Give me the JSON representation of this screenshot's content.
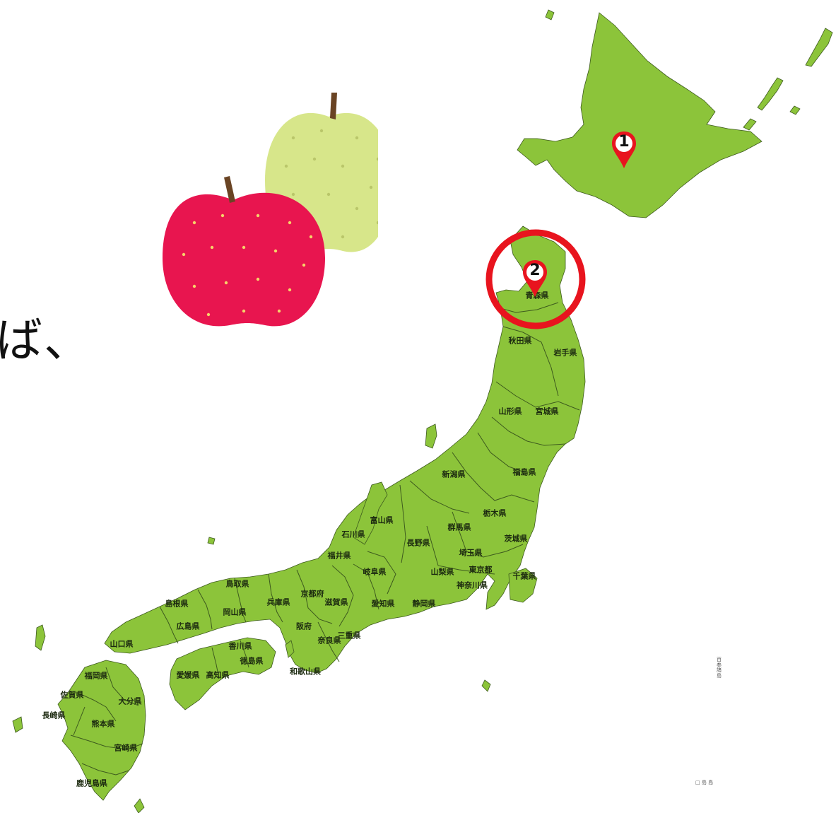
{
  "headline": "ば、",
  "map": {
    "land_color": "#8cc43a",
    "border_color": "#3d5a1e",
    "highlight_color": "#e8141e",
    "prefectures": [
      {
        "id": "aomori",
        "label": "青森県"
      },
      {
        "id": "akita",
        "label": "秋田県"
      },
      {
        "id": "iwate",
        "label": "岩手県"
      },
      {
        "id": "yamagata",
        "label": "山形県"
      },
      {
        "id": "miyagi",
        "label": "宮城県"
      },
      {
        "id": "niigata",
        "label": "新潟県"
      },
      {
        "id": "fukushima",
        "label": "福島県"
      },
      {
        "id": "toyama",
        "label": "富山県"
      },
      {
        "id": "tochigi",
        "label": "栃木県"
      },
      {
        "id": "gunma",
        "label": "群馬県"
      },
      {
        "id": "ishikawa",
        "label": "石川県"
      },
      {
        "id": "nagano",
        "label": "長野県"
      },
      {
        "id": "ibaraki",
        "label": "茨城県"
      },
      {
        "id": "fukui",
        "label": "福井県"
      },
      {
        "id": "saitama",
        "label": "埼玉県"
      },
      {
        "id": "gifu",
        "label": "岐阜県"
      },
      {
        "id": "yamanashi",
        "label": "山梨県"
      },
      {
        "id": "tokyo",
        "label": "東京都"
      },
      {
        "id": "chiba",
        "label": "千葉県"
      },
      {
        "id": "kanagawa",
        "label": "神奈川県"
      },
      {
        "id": "tottori",
        "label": "鳥取県"
      },
      {
        "id": "kyoto",
        "label": "京都府"
      },
      {
        "id": "shimane",
        "label": "島根県"
      },
      {
        "id": "okayama",
        "label": "岡山県"
      },
      {
        "id": "hyogo",
        "label": "兵庫県"
      },
      {
        "id": "shiga",
        "label": "滋賀県"
      },
      {
        "id": "aichi",
        "label": "愛知県"
      },
      {
        "id": "shizuoka",
        "label": "静岡県"
      },
      {
        "id": "hiroshima",
        "label": "広島県"
      },
      {
        "id": "osaka",
        "label": "阪府"
      },
      {
        "id": "mie",
        "label": "三重県"
      },
      {
        "id": "nara",
        "label": "奈良県"
      },
      {
        "id": "yamaguchi",
        "label": "山口県"
      },
      {
        "id": "kagawa",
        "label": "香川県"
      },
      {
        "id": "tokushima",
        "label": "徳島県"
      },
      {
        "id": "wakayama",
        "label": "和歌山県"
      },
      {
        "id": "fukuoka",
        "label": "福岡県"
      },
      {
        "id": "ehime",
        "label": "愛媛県"
      },
      {
        "id": "kochi",
        "label": "高知県"
      },
      {
        "id": "saga",
        "label": "佐賀県"
      },
      {
        "id": "oita",
        "label": "大分県"
      },
      {
        "id": "nagasaki",
        "label": "長崎県"
      },
      {
        "id": "kumamoto",
        "label": "熊本県"
      },
      {
        "id": "miyazaki",
        "label": "宮崎県"
      },
      {
        "id": "kagoshima",
        "label": "鹿児島県"
      }
    ],
    "pins": [
      {
        "number": "1",
        "color": "#e8141e"
      },
      {
        "number": "2",
        "color": "#e8141e"
      }
    ],
    "tiny_labels": [
      {
        "id": "islands-a",
        "text": "百 参 諸 島"
      },
      {
        "id": "islands-b",
        "text": "□ 島 島"
      }
    ]
  },
  "apples": [
    {
      "name": "green-apple",
      "color": "#d7e68a",
      "seed_color": "#b9c66a"
    },
    {
      "name": "red-apple",
      "color": "#e8154f",
      "seed_color": "#f5d36a"
    }
  ]
}
